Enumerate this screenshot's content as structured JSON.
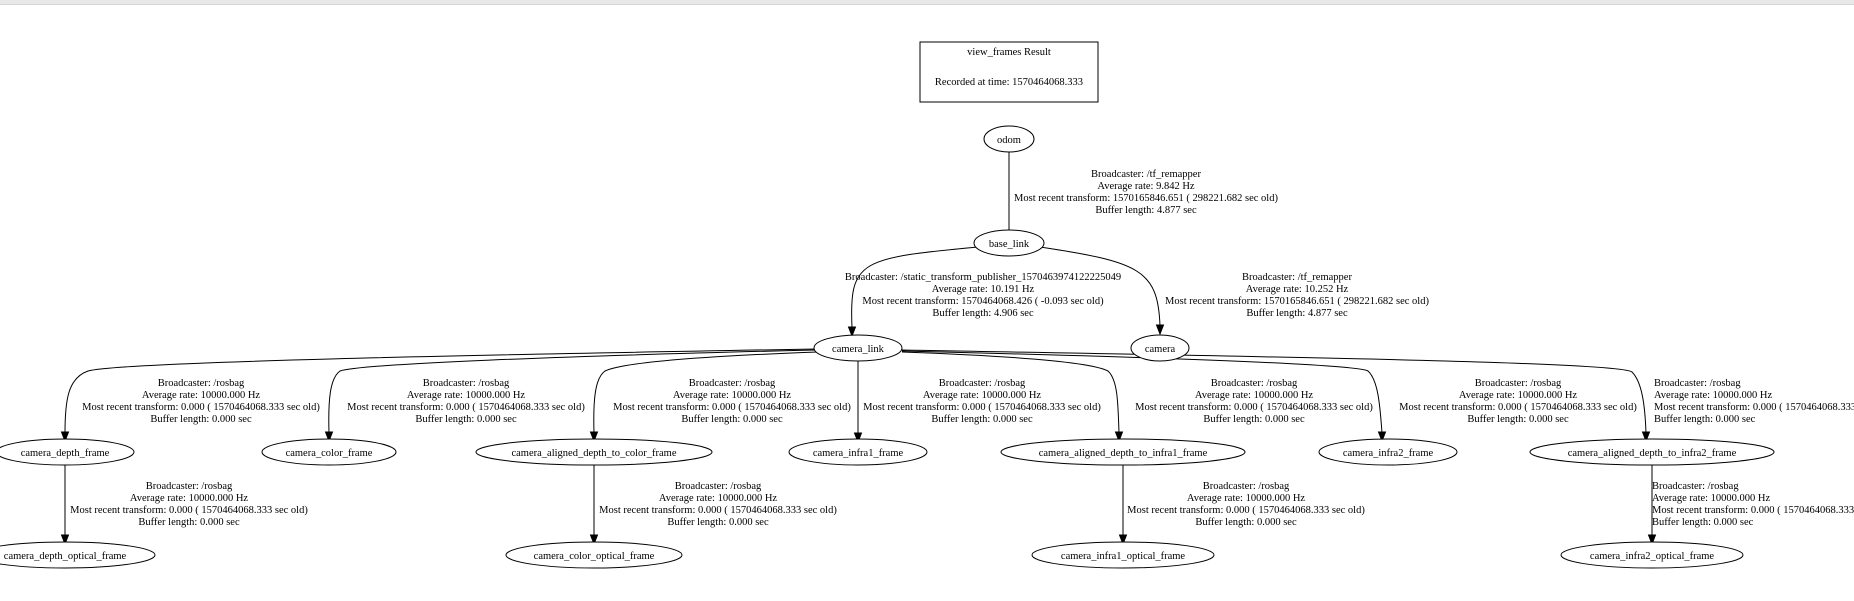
{
  "header": {
    "title": "view_frames Result",
    "recorded": "Recorded at time: 1570464068.333"
  },
  "nodes": {
    "odom": "odom",
    "base_link": "base_link",
    "camera_link": "camera_link",
    "camera": "camera",
    "camera_depth_frame": "camera_depth_frame",
    "camera_color_frame": "camera_color_frame",
    "camera_aligned_depth_to_color_frame": "camera_aligned_depth_to_color_frame",
    "camera_infra1_frame": "camera_infra1_frame",
    "camera_aligned_depth_to_infra1_frame": "camera_aligned_depth_to_infra1_frame",
    "camera_infra2_frame": "camera_infra2_frame",
    "camera_aligned_depth_to_infra2_frame": "camera_aligned_depth_to_infra2_frame",
    "camera_depth_optical_frame": "camera_depth_optical_frame",
    "camera_color_optical_frame": "camera_color_optical_frame",
    "camera_infra1_optical_frame": "camera_infra1_optical_frame",
    "camera_infra2_optical_frame": "camera_infra2_optical_frame"
  },
  "edges": {
    "odom_base": [
      "Broadcaster: /tf_remapper",
      "Average rate: 9.842 Hz",
      "Most recent transform: 1570165846.651 ( 298221.682 sec old)",
      "Buffer length: 4.877 sec"
    ],
    "base_camlink": [
      "Broadcaster: /static_transform_publisher_1570463974122225049",
      "Average rate: 10.191 Hz",
      "Most recent transform: 1570464068.426 ( -0.093 sec old)",
      "Buffer length: 4.906 sec"
    ],
    "base_camera": [
      "Broadcaster: /tf_remapper",
      "Average rate: 10.252 Hz",
      "Most recent transform: 1570165846.651 ( 298221.682 sec old)",
      "Buffer length: 4.877 sec"
    ],
    "rosbag": [
      "Broadcaster: /rosbag",
      "Average rate: 10000.000 Hz",
      "Most recent transform: 0.000 ( 1570464068.333 sec old)",
      "Buffer length: 0.000 sec"
    ]
  }
}
